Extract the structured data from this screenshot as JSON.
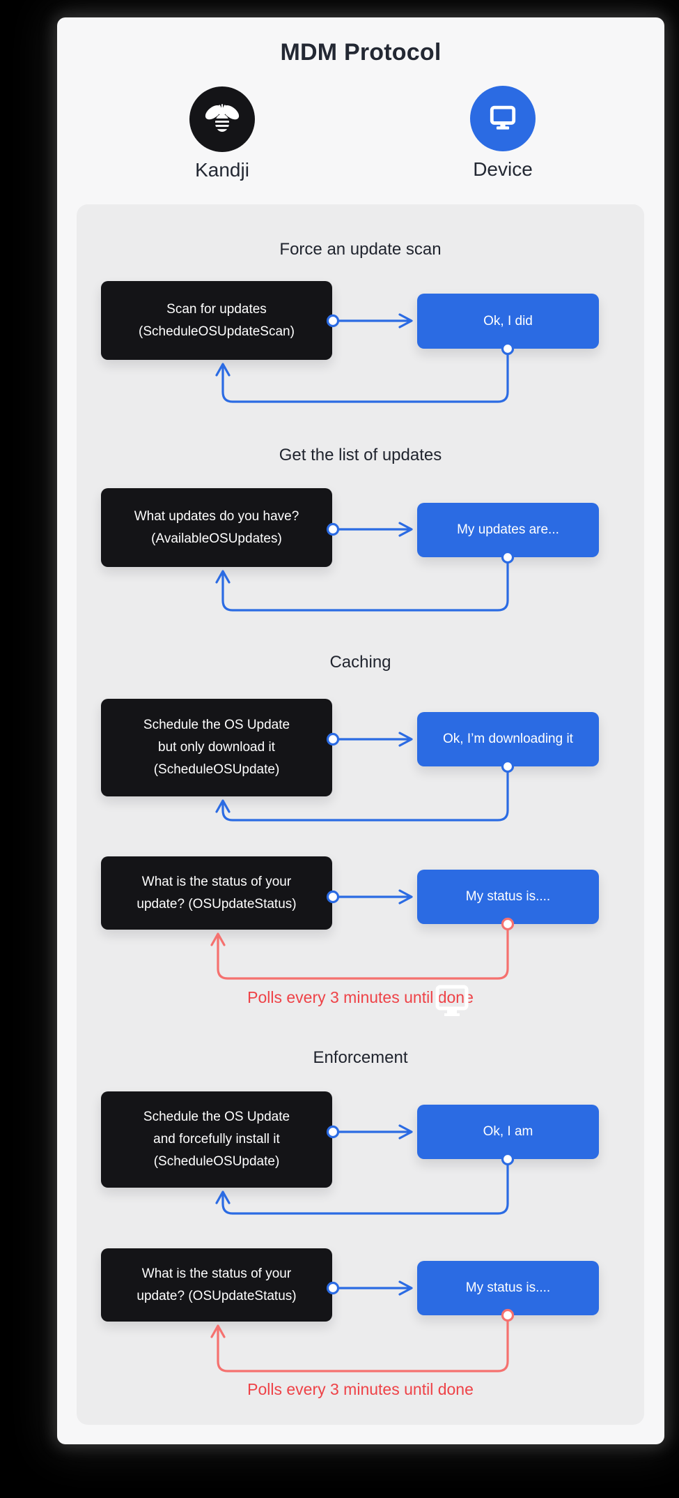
{
  "title": "MDM Protocol",
  "actors": {
    "left": {
      "name": "Kandji",
      "icon": "bee-icon"
    },
    "right": {
      "name": "Device",
      "icon": "monitor-icon"
    }
  },
  "colors": {
    "accent_blue": "#2b6be3",
    "accent_red_line": "#f5716f",
    "accent_red_text": "#ee4247",
    "request_box": "#141417",
    "card_bg": "#f7f7f8",
    "panel_bg": "#ececed"
  },
  "sections": [
    {
      "heading": "Force an update scan",
      "exchanges": [
        {
          "request": "Scan for updates\n(ScheduleOSUpdateScan)",
          "response": "Ok, I did",
          "return_style": "blue"
        }
      ]
    },
    {
      "heading": "Get the list of updates",
      "exchanges": [
        {
          "request": "What updates do you have?\n(AvailableOSUpdates)",
          "response": "My updates are...",
          "return_style": "blue"
        }
      ]
    },
    {
      "heading": "Caching",
      "exchanges": [
        {
          "request": "Schedule the OS Update\nbut only download it\n(ScheduleOSUpdate)",
          "response": "Ok, I’m downloading it",
          "return_style": "blue"
        },
        {
          "request": "What is the status of your\nupdate? (OSUpdateStatus)",
          "response": "My status is....",
          "return_style": "red",
          "poll_note": "Polls every 3 minutes until done"
        }
      ]
    },
    {
      "heading": "Enforcement",
      "exchanges": [
        {
          "request": "Schedule the OS Update\nand forcefully install it\n(ScheduleOSUpdate)",
          "response": "Ok, I am",
          "return_style": "blue"
        },
        {
          "request": "What is the status of your\nupdate? (OSUpdateStatus)",
          "response": "My status is....",
          "return_style": "red",
          "poll_note": "Polls every 3 minutes until done"
        }
      ]
    }
  ]
}
